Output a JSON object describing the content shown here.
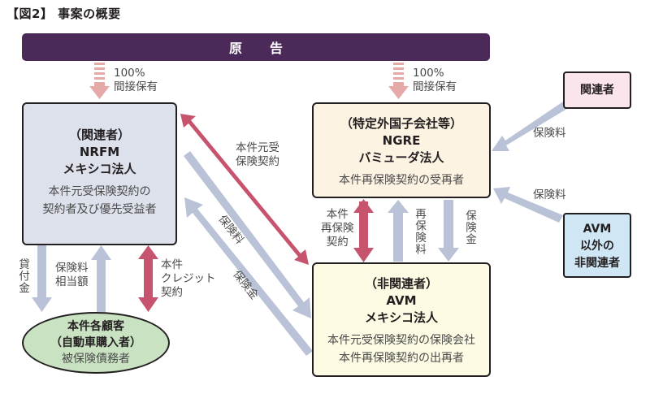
{
  "figure_title": "【図2】 事案の概要",
  "plaintiff": "原告",
  "holding_nrfm": [
    "100%",
    "間接保有"
  ],
  "holding_ngre": [
    "100%",
    "間接保有"
  ],
  "nrfm": {
    "role": "（関連者）",
    "name": "NRFM",
    "type": "メキシコ法人",
    "desc": [
      "本件元受保険契約の",
      "契約者及び優先受益者"
    ]
  },
  "ngre": {
    "role": "（特定外国子会社等）",
    "name": "NGRE",
    "type": "バミューダ法人",
    "desc": "本件再保険契約の受再者"
  },
  "related_party": "関連者",
  "avm_others": [
    "AVM",
    "以外の",
    "非関連者"
  ],
  "avm": {
    "role": "（非関連者）",
    "name": "AVM",
    "type": "メキシコ法人",
    "desc": [
      "本件元受保険契約の保険会社",
      "本件再保険契約の出再者"
    ]
  },
  "customers": {
    "name": "本件各顧客",
    "sub": "（自動車購入者）",
    "desc": "被保険債務者"
  },
  "labels": {
    "primary_contract": [
      "本件元受",
      "保険契約"
    ],
    "premium": "保険料",
    "insurance_money": "保険金",
    "loan": "貸付金",
    "premium_equivalent": [
      "保険料",
      "相当額"
    ],
    "credit_contract": [
      "本件",
      "クレジット",
      "契約"
    ],
    "reinsurance_contract": [
      "本件",
      "再保険",
      "契約"
    ],
    "reinsurance_premium": "再保険料",
    "premium_from_related": "保険料",
    "premium_from_avm_others": "保険料"
  },
  "colors": {
    "banner": "#4b2a5a",
    "holding_arrow": "#e3aaa8",
    "contract_arrow": "#c6546e",
    "flow_arrow": "#b9c2d6",
    "nrfm_fill": "#dde1ec",
    "ngre_fill": "#fdf3e3",
    "avm_fill": "#fdfbe3",
    "related_fill": "#fbe5ec",
    "avm_others_fill": "#cfe7f4",
    "customers_fill": "#c9e2c2"
  }
}
